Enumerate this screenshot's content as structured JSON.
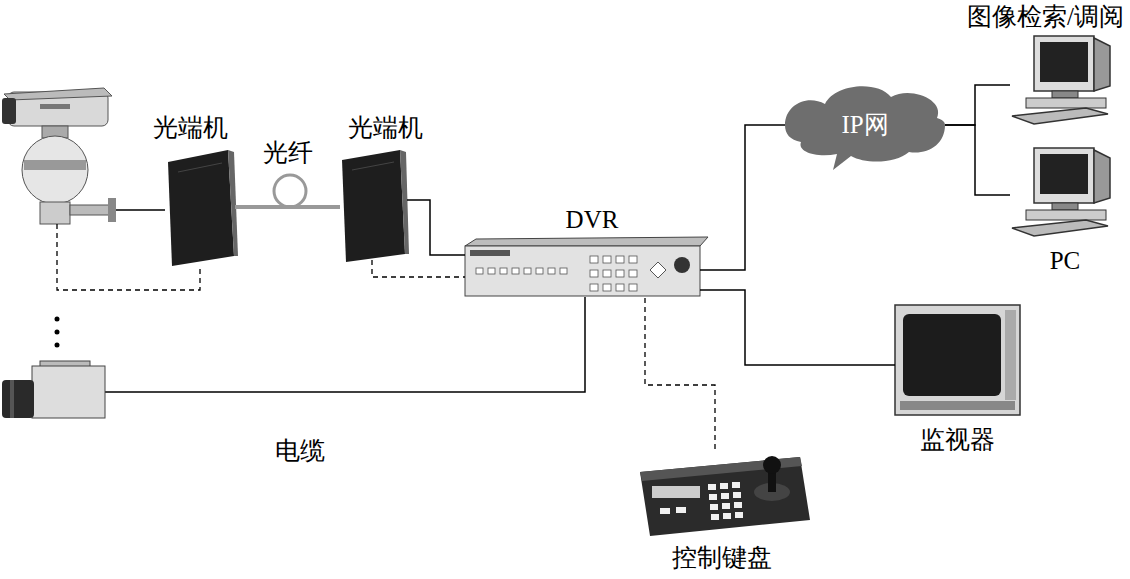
{
  "diagram": {
    "nodes": [
      {
        "text": [
          "光端机"
        ]
      },
      {
        "text": [
          "光端机"
        ]
      },
      {
        "text": [
          "DVR"
        ]
      },
      {
        "text": [
          "IP网"
        ]
      },
      {
        "text": [
          "图像检索/调阅"
        ]
      },
      {
        "text": [
          "PC"
        ]
      },
      {
        "text": [
          "监视器"
        ]
      },
      {
        "text": [
          "控制键盘"
        ]
      }
    ],
    "edges": [
      {
        "from": 0,
        "to": 1,
        "arrow": "none",
        "label": "光纤"
      },
      {
        "from": 1,
        "to": 2,
        "arrow": "none"
      },
      {
        "from": 1,
        "to": 2,
        "arrow": "none"
      },
      {
        "from": 2,
        "to": 3,
        "arrow": "none"
      },
      {
        "from": 3,
        "to": 4,
        "arrow": "none"
      },
      {
        "from": 3,
        "to": 5,
        "arrow": "none"
      },
      {
        "from": 2,
        "to": 6,
        "arrow": "none"
      },
      {
        "from": 2,
        "to": 7,
        "arrow": "none"
      }
    ],
    "labels": [
      "电缆"
    ]
  }
}
